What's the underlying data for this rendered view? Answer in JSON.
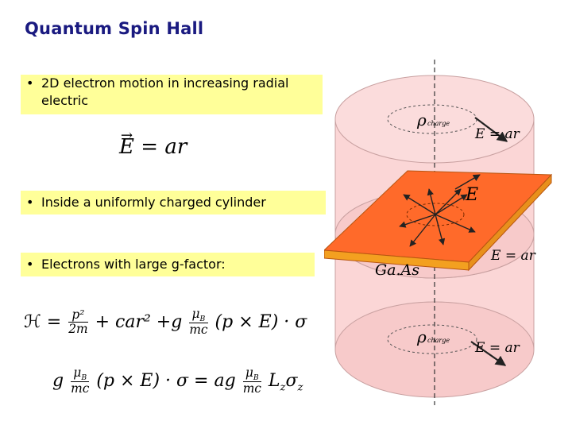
{
  "title": "Quantum Spin Hall",
  "bullet_char": "•",
  "bullets": [
    "2D electron motion in increasing radial electric",
    "Inside a uniformly charged cylinder",
    "Electrons with large g-factor:"
  ],
  "eq1": {
    "lhs": "E",
    "eq": "=",
    "rhs": "ar"
  },
  "eq2": {
    "H": "ℋ",
    "eq": "=",
    "p2": "p²",
    "two_m": "2m",
    "plus1": "+",
    "term2": "car²",
    "plus2": "+g",
    "muB": "μ",
    "B_sub": "B",
    "mc": "mc",
    "cross": "(p × E) · σ"
  },
  "eq3": {
    "g": "g",
    "muB": "μ",
    "B_sub": "B",
    "mc": "mc",
    "cross": "(p × E) · σ",
    "eq": "=",
    "ag": "ag",
    "L": "L",
    "z1": "z",
    "sigma": "σ",
    "z2": "z"
  },
  "diagram": {
    "rho_label": "ρ",
    "rho_sub": "charge",
    "field_label_top": "E = ar",
    "field_label_mid": "E = ar",
    "field_label_bottom": "E = ar",
    "plate_label": "E",
    "material_label": "Ga.As",
    "colors": {
      "cylinder_fill": "#fbd0d0",
      "cylinder_edge": "#caa0a0",
      "plate_fill": "#ff6a2a",
      "plate_edge": "#c06010",
      "plate_side": "#f6a020"
    }
  }
}
